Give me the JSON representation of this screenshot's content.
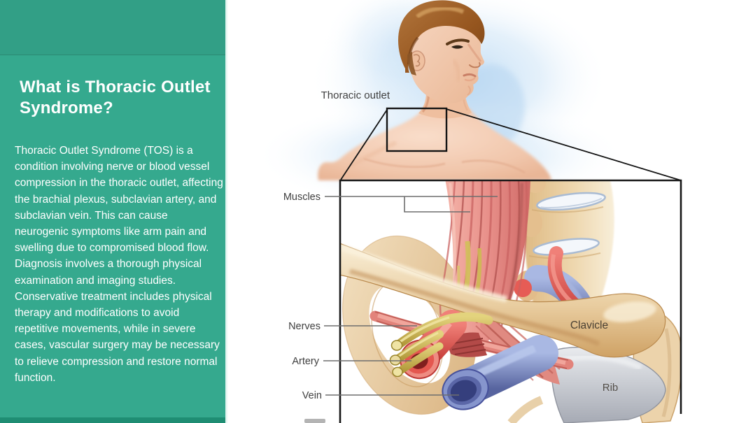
{
  "sidebar": {
    "heading": "What is Thoracic Outlet Syndrome?",
    "paragraph": "Thoracic Outlet Syndrome (TOS) is a condition involving nerve or blood vessel compression in the thoracic outlet, affecting the brachial plexus, subclavian artery, and subclavian vein. This can cause neurogenic symptoms like arm pain and swelling due to compromised blood flow. Diagnosis involves a thorough physical examination and imaging studies. Conservative treatment includes physical therapy and modifications to avoid repetitive movements, while in severe cases, vascular surgery may be necessary to relieve compression and restore normal function.",
    "colors": {
      "background": "#35a98e",
      "top_band": "#2da187",
      "bottom_strip": "#1f8d73",
      "text": "#ffffff"
    }
  },
  "illustration": {
    "labels": {
      "thoracic_outlet": "Thoracic outlet",
      "muscles": "Muscles",
      "nerves": "Nerves",
      "artery": "Artery",
      "vein": "Vein",
      "clavicle": "Clavicle",
      "rib": "Rib"
    },
    "colors": {
      "muscle_pink": "#e8908a",
      "bone_tan": "#e9cda0",
      "nerve_yellow": "#d6c363",
      "artery_red": "#e0504d",
      "vein_blue": "#6f7fbe",
      "rib_gray": "#c6c9ce",
      "glow_blue": "#c9e2f6",
      "label_text": "#404040",
      "leader_line": "#6e6e6e",
      "outline_black": "#171717"
    }
  }
}
